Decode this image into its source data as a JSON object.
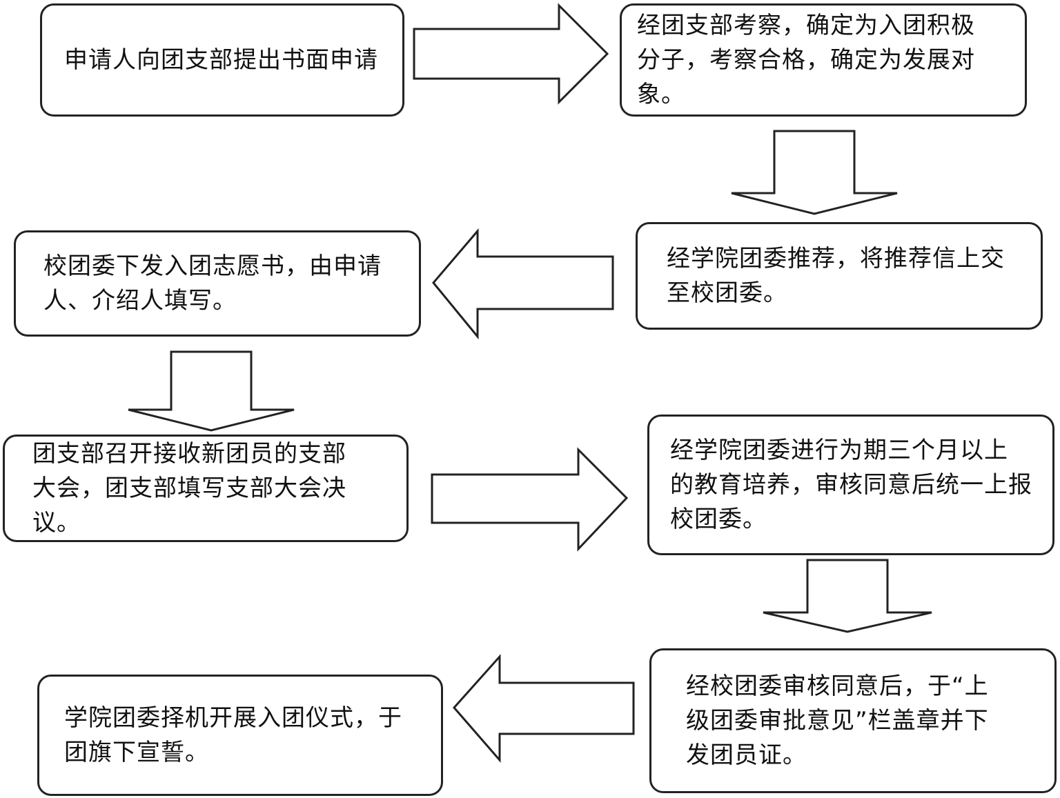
{
  "flowchart": {
    "steps": [
      {
        "id": "step-1",
        "text": "申请人向团支部提出书面申请"
      },
      {
        "id": "step-2",
        "text": "经团支部考察，确定为入团积极\n分子，考察合格，确定为发展对象。"
      },
      {
        "id": "step-3",
        "text": "经学院团委推荐，将推荐信上交\n至校团委。"
      },
      {
        "id": "step-4",
        "text": "校团委下发入团志愿书，由申请\n人、介绍人填写。"
      },
      {
        "id": "step-5",
        "text": "团支部召开接收新团员的支部\n大会，团支部填写支部大会决议。"
      },
      {
        "id": "step-6",
        "text": "经学院团委进行为期三个月以上\n的教育培养，审核同意后统一上报\n校团委。"
      },
      {
        "id": "step-7",
        "text": "经校团委审核同意后，于“上\n级团委审批意见”栏盖章并下\n发团员证。"
      },
      {
        "id": "step-8",
        "text": "学院团委择机开展入团仪式，于\n团旗下宣誓。"
      }
    ],
    "arrows": [
      {
        "id": "arrow-1-2",
        "from": "step-1",
        "to": "step-2",
        "direction": "right"
      },
      {
        "id": "arrow-2-3",
        "from": "step-2",
        "to": "step-3",
        "direction": "down"
      },
      {
        "id": "arrow-3-4",
        "from": "step-3",
        "to": "step-4",
        "direction": "left"
      },
      {
        "id": "arrow-4-5",
        "from": "step-4",
        "to": "step-5",
        "direction": "down"
      },
      {
        "id": "arrow-5-6",
        "from": "step-5",
        "to": "step-6",
        "direction": "right"
      },
      {
        "id": "arrow-6-7",
        "from": "step-6",
        "to": "step-7",
        "direction": "down"
      },
      {
        "id": "arrow-7-8",
        "from": "step-7",
        "to": "step-8",
        "direction": "left"
      }
    ]
  }
}
